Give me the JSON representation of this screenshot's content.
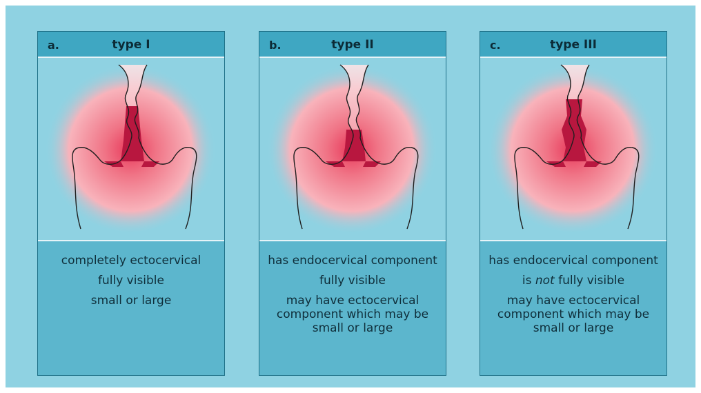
{
  "panels": [
    {
      "letter": "a.",
      "title": "type I",
      "lines": [
        "completely ectocervical",
        "fully visible",
        "small or large"
      ]
    },
    {
      "letter": "b.",
      "title": "type II",
      "lines": [
        "has endocervical component",
        "fully visible",
        "may have ectocervical component which may be small or large"
      ]
    },
    {
      "letter": "c.",
      "title": "type III",
      "lines": [
        "has endocervical component",
        "",
        "may have ectocervical component which may be small or large"
      ],
      "emphasized_line": {
        "before": "is ",
        "emphasis": "not",
        "after": " fully visible"
      }
    }
  ],
  "colors": {
    "background": "#8fd2e2",
    "panel_text_bg": "#5cb6cd",
    "header_bg": "#3fa7c2",
    "halo": "#f06a7e",
    "transformation_zone": "#b8173f"
  },
  "icons": [
    "cervix-illustration-icon"
  ]
}
